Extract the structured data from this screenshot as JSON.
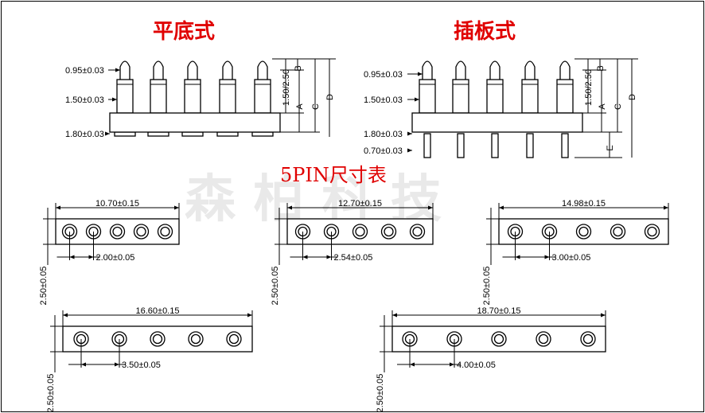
{
  "titles": {
    "left": "平底式",
    "right": "插板式",
    "center": "5PIN尺寸表"
  },
  "watermark": "森 柏 科 技",
  "side_views": {
    "labels_left": [
      "0.95±0.03",
      "1.50±0.03",
      "1.80±0.03"
    ],
    "labels_right": [
      "0.95±0.03",
      "1.50±0.03",
      "1.80±0.03",
      "0.70±0.03"
    ],
    "height_label": "1.50/2.50",
    "letters": [
      "B",
      "A",
      "C",
      "D",
      "E"
    ]
  },
  "footprints": [
    {
      "width": "10.70±0.15",
      "pitch": "2.00±0.05",
      "height": "2.50±0.05"
    },
    {
      "width": "12.70±0.15",
      "pitch": "2.54±0.05",
      "height": "2.50±0.05"
    },
    {
      "width": "14.98±0.15",
      "pitch": "3.00±0.05",
      "height": "2.50±0.05"
    },
    {
      "width": "16.60±0.15",
      "pitch": "3.50±0.05",
      "height": "2.50±0.05"
    },
    {
      "width": "18.70±0.15",
      "pitch": "4.00±0.05",
      "height": "2.50±0.05"
    }
  ],
  "colors": {
    "title": "#e00000",
    "line": "#000000",
    "watermark": "#d8d8d8"
  }
}
